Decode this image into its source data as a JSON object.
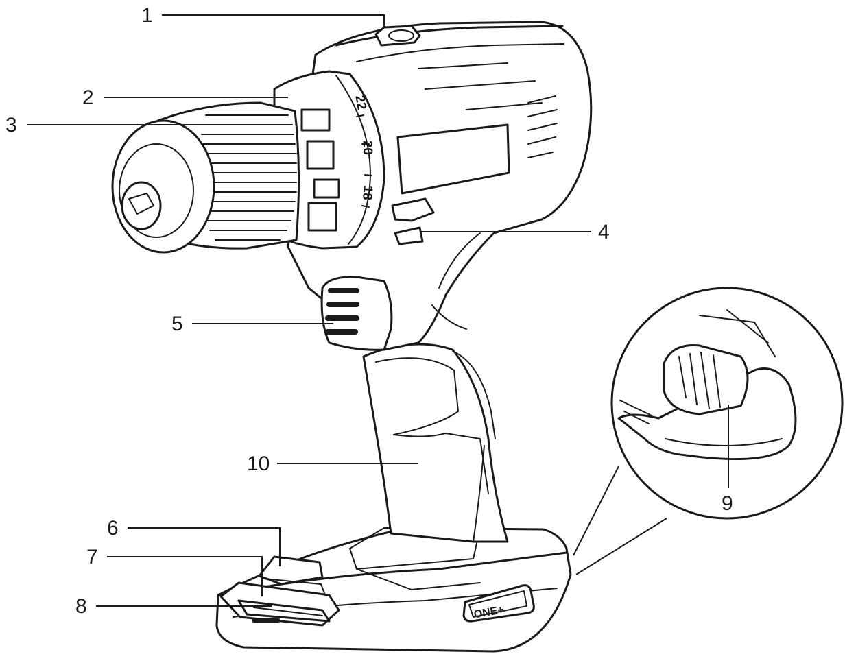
{
  "callouts": [
    {
      "id": "1",
      "label": "1"
    },
    {
      "id": "2",
      "label": "2"
    },
    {
      "id": "3",
      "label": "3"
    },
    {
      "id": "4",
      "label": "4"
    },
    {
      "id": "5",
      "label": "5"
    },
    {
      "id": "6",
      "label": "6"
    },
    {
      "id": "7",
      "label": "7"
    },
    {
      "id": "8",
      "label": "8"
    },
    {
      "id": "9",
      "label": "9"
    },
    {
      "id": "10",
      "label": "10"
    }
  ],
  "clutch_dial": {
    "marks": [
      "22",
      "20",
      "18"
    ]
  },
  "battery_badge": {
    "text": "ONE+"
  }
}
